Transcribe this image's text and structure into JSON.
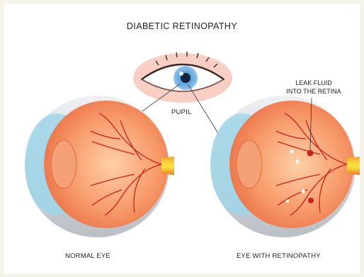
{
  "diagram": {
    "title": "DIABETIC RETINOPATHY",
    "labels": {
      "pupil": "PUPIL",
      "leak_line1": "LEAK FLUID",
      "leak_line2": "INTO THE RETINA",
      "normal_eye": "NORMAL EYE",
      "eye_with_retinopathy": "EYE WITH RETINOPATHY"
    },
    "colors": {
      "background": "#f4f4ea",
      "panel": "#ffffff",
      "iris": "#5d9fd8",
      "retina": "#f4845a",
      "retina_light": "#ffc79a",
      "vessel": "#c8231c",
      "optic_nerve_yellow": "#f6c92e",
      "cornea_blue": "#9fd6e8",
      "sclera_gray": "#d7dadd",
      "eyelid_pink": "#f7c9bb"
    }
  }
}
